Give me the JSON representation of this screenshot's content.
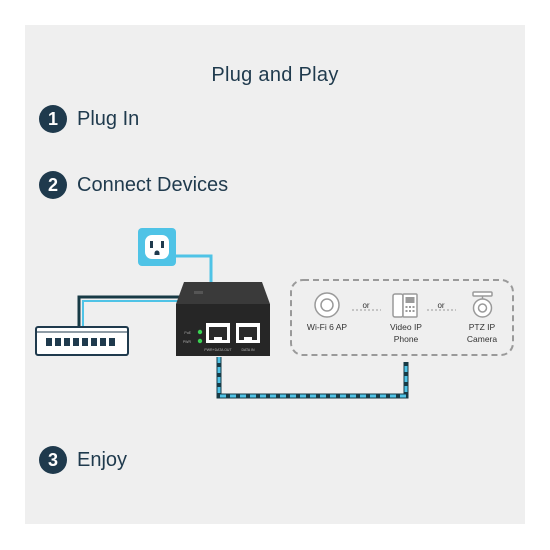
{
  "title": "Plug and Play",
  "steps": [
    {
      "number": "1",
      "label": "Plug In"
    },
    {
      "number": "2",
      "label": "Connect Devices"
    },
    {
      "number": "3",
      "label": "Enjoy"
    }
  ],
  "injector": {
    "led_labels": [
      "PoE",
      "PWR"
    ],
    "port_labels": [
      "PWR+DATA OUT",
      "DATA IN"
    ]
  },
  "devices": [
    {
      "lines": [
        "Wi-Fi 6 AP"
      ],
      "icon": "access-point-icon"
    },
    {
      "lines": [
        "Video IP",
        "Phone"
      ],
      "icon": "video-phone-icon"
    },
    {
      "lines": [
        "PTZ IP",
        "Camera"
      ],
      "icon": "ptz-camera-icon"
    }
  ],
  "separator": "or",
  "colors": {
    "panel": "#efefef",
    "navy": "#1f3a4d",
    "cable_light_blue": "#4fc3e6",
    "cable_dark": "#173a45",
    "led_green": "#39d353",
    "icon_grey": "#9a9a9a"
  }
}
